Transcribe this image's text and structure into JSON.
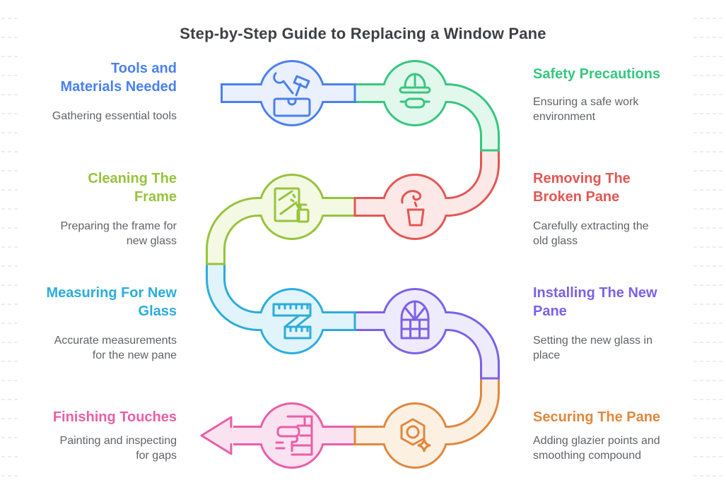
{
  "title": "Step-by-Step Guide to Replacing a Window Pane",
  "background": {
    "ruled_line_color": "#ededed"
  },
  "text_colors": {
    "title": "#3d4045",
    "description": "#5f6368"
  },
  "steps": [
    {
      "id": 1,
      "side": "left",
      "row": 1,
      "title": "Tools and Materials Needed",
      "description": "Gathering essential tools",
      "color": "#4a80ec",
      "fill": "#eaf0fd",
      "icon": "toolbox-icon"
    },
    {
      "id": 2,
      "side": "right",
      "row": 1,
      "title": "Safety Precautions",
      "description": "Ensuring a safe work environment",
      "color": "#35c77f",
      "fill": "#e3f8ec",
      "icon": "hard-hat-icon"
    },
    {
      "id": 3,
      "side": "right",
      "row": 2,
      "title": "Removing The Broken Pane",
      "description": "Carefully extracting the old glass",
      "color": "#e25754",
      "fill": "#fce9e7",
      "icon": "hand-bucket-icon"
    },
    {
      "id": 4,
      "side": "left",
      "row": 2,
      "title": "Cleaning The Frame",
      "description": "Preparing the frame for new glass",
      "color": "#97c33c",
      "fill": "#f3f9e2",
      "icon": "window-spray-icon"
    },
    {
      "id": 5,
      "side": "left",
      "row": 3,
      "title": "Measuring For New Glass",
      "description": "Accurate measurements for the new pane",
      "color": "#2badda",
      "fill": "#e1f4fb",
      "icon": "measuring-tape-icon"
    },
    {
      "id": 6,
      "side": "right",
      "row": 3,
      "title": "Installing The New Pane",
      "description": "Setting the new glass in place",
      "color": "#7c61e7",
      "fill": "#eeebfc",
      "icon": "arched-window-icon"
    },
    {
      "id": 7,
      "side": "right",
      "row": 4,
      "title": "Securing The Pane",
      "description": "Adding glazier points and smoothing compound",
      "color": "#e1873d",
      "fill": "#fbf0e2",
      "icon": "nut-sparkle-icon"
    },
    {
      "id": 8,
      "side": "left",
      "row": 4,
      "title": "Finishing Touches",
      "description": "Painting and inspecting for gaps",
      "color": "#e95fa7",
      "fill": "#fbe2f1",
      "icon": "paint-roller-icon"
    }
  ]
}
